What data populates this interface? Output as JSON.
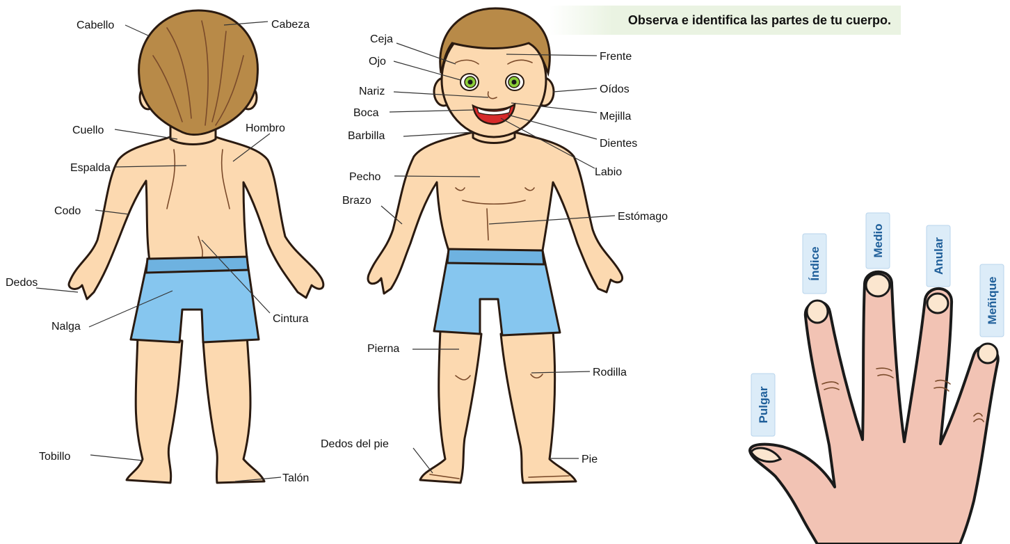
{
  "title": "Observa e identifica las partes de tu cuerpo.",
  "back_labels": {
    "cabello": "Cabello",
    "cabeza": "Cabeza",
    "cuello": "Cuello",
    "hombro": "Hombro",
    "espalda": "Espalda",
    "codo": "Codo",
    "dedos": "Dedos",
    "nalga": "Nalga",
    "cintura": "Cintura",
    "tobillo": "Tobillo",
    "talon": "Talón"
  },
  "front_labels": {
    "ceja": "Ceja",
    "ojo": "Ojo",
    "nariz": "Nariz",
    "boca": "Boca",
    "barbilla": "Barbilla",
    "pecho": "Pecho",
    "brazo": "Brazo",
    "pierna": "Pierna",
    "dedos_pie": "Dedos del pie",
    "frente": "Frente",
    "oidos": "Oídos",
    "mejilla": "Mejilla",
    "dientes": "Dientes",
    "labio": "Labio",
    "estomago": "Estómago",
    "rodilla": "Rodilla",
    "pie": "Pie"
  },
  "finger_labels": {
    "pulgar": "Pulgar",
    "indice": "Índice",
    "medio": "Medio",
    "anular": "Anular",
    "menique": "Meñique"
  },
  "colors": {
    "skin": "#fcd9b0",
    "hair": "#b88a48",
    "shorts": "#86c6ef",
    "hand": "#f2c3b4",
    "tag": "#dcecf8",
    "tag_text": "#1f5f9a"
  }
}
